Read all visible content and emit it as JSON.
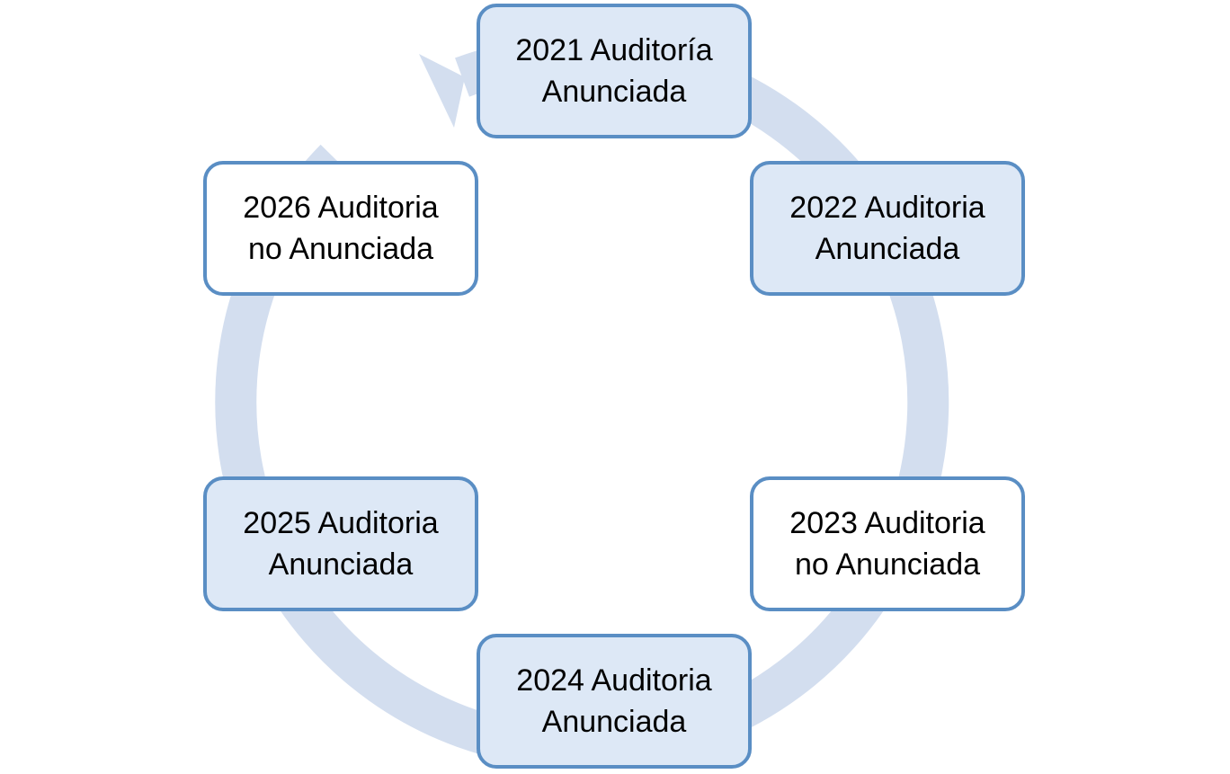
{
  "cycle": {
    "nodes": [
      {
        "text": "2021 Auditoría\nAnunciada",
        "style": "filled"
      },
      {
        "text": "2022 Auditoria\nAnunciada",
        "style": "filled"
      },
      {
        "text": "2023 Auditoria\nno Anunciada",
        "style": "blank"
      },
      {
        "text": "2024 Auditoria\nAnunciada",
        "style": "filled"
      },
      {
        "text": "2025 Auditoria\nAnunciada",
        "style": "filled"
      },
      {
        "text": "2026 Auditoria\nno Anunciada",
        "style": "blank"
      }
    ],
    "colors": {
      "ring": "#d3deef",
      "border": "#5a8ec4",
      "filled_background": "#dde8f6",
      "blank_background": "#ffffff"
    }
  }
}
